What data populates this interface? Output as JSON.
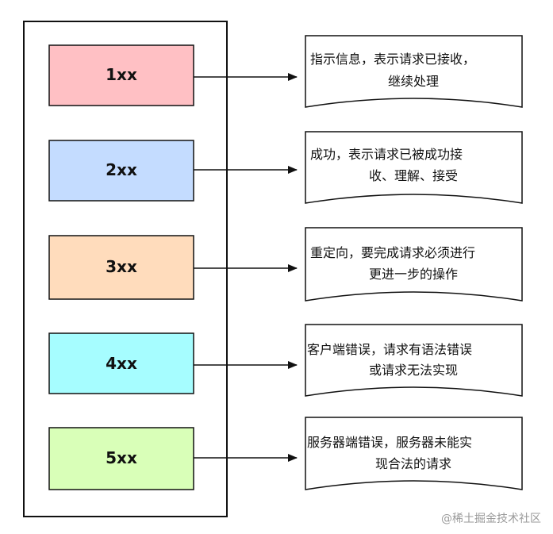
{
  "categories": [
    {
      "code": "1xx",
      "color": "#ffc0c4",
      "description_lines": [
        "指示信息，表示请求已接收，",
        "继续处理"
      ]
    },
    {
      "code": "2xx",
      "color": "#c4dcff",
      "description_lines": [
        "成功，表示请求已被成功接",
        "收、理解、接受"
      ]
    },
    {
      "code": "3xx",
      "color": "#ffdcbc",
      "description_lines": [
        "重定向，要完成请求必须进行",
        "更进一步的操作"
      ]
    },
    {
      "code": "4xx",
      "color": "#a6fdff",
      "description_lines": [
        "客户端错误，请求有语法错误",
        "或请求无法实现"
      ]
    },
    {
      "code": "5xx",
      "color": "#d9ffb8",
      "description_lines": [
        "服务器端错误，服务器未能实",
        "现合法的请求"
      ]
    }
  ],
  "watermark": "@稀土掘金技术社区"
}
